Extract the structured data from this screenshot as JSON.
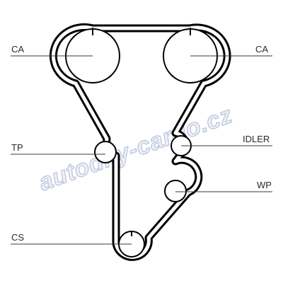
{
  "labels": {
    "ca_left": "CA",
    "ca_right": "CA",
    "tp": "TP",
    "idler": "IDLER",
    "wp": "WP",
    "cs": "CS"
  },
  "watermark": "autodily-cardo.cz",
  "colors": {
    "belt": "#000000",
    "background": "#ffffff",
    "watermark_stroke": "#b9c2d9"
  }
}
